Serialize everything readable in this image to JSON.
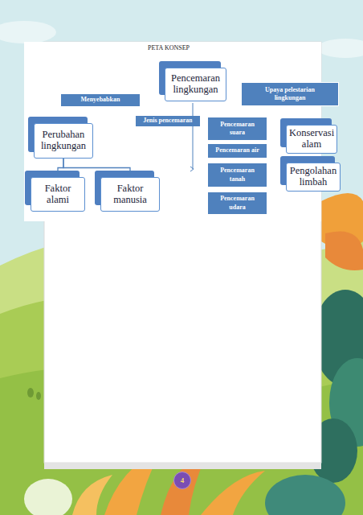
{
  "diagram": {
    "title": "PETA KONSEP",
    "nodes": [
      {
        "text": [
          "Pencemaran lingkungan"
        ]
      },
      {
        "text": [
          "Menyebabkan"
        ]
      },
      {
        "text": [
          "Upaya pelestarian lingkungan"
        ]
      },
      {
        "text": [
          "Jenis pencemaran"
        ]
      },
      {
        "text": [
          "Perubahan lingkungan"
        ]
      },
      {
        "text": [
          "Pencemaran suara"
        ]
      },
      {
        "text": [
          "Konservasi alam"
        ]
      },
      {
        "text": [
          "Pencemaran air"
        ]
      },
      {
        "text": [
          "Pengolahan limbah"
        ]
      },
      {
        "text": [
          "Pencemaran tanah"
        ]
      },
      {
        "text": [
          "Faktor alami"
        ]
      },
      {
        "text": [
          "Faktor manusia"
        ]
      },
      {
        "text": [
          "Pencemaran udara"
        ]
      },
      {
        "text": [
          "4"
        ]
      }
    ],
    "edges": [
      {
        "from": 4,
        "to": 10,
        "arrow": "none"
      },
      {
        "from": 4,
        "to": 11,
        "arrow": "none"
      }
    ]
  }
}
